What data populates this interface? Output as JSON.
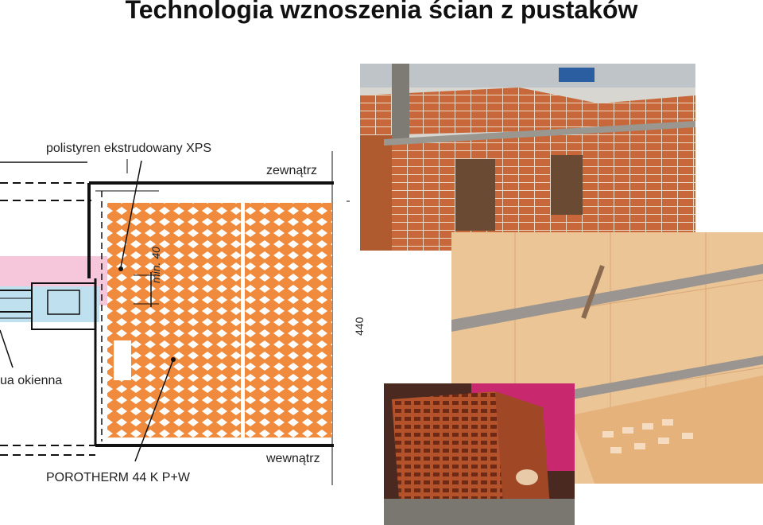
{
  "title": "Technologia wznoszenia ścian z pustaków",
  "drawing": {
    "label_xps": "polistyren ekstrudowany XPS",
    "label_outside": "zewnątrz",
    "label_inside": "wewnątrz",
    "label_window": "ua okienna",
    "label_block": "POROTHERM 44 K P+W",
    "dim_min": "min. 40",
    "dim_thickness": "440"
  },
  "photos": [
    {
      "name": "construction-site-photo"
    },
    {
      "name": "brick-wall-closeup-photo"
    },
    {
      "name": "bricklayer-photo"
    }
  ],
  "colors": {
    "brick_orange": "#F08A3C",
    "xps_pink": "#F6C6DA",
    "window_blue": "#BFE0EE"
  }
}
